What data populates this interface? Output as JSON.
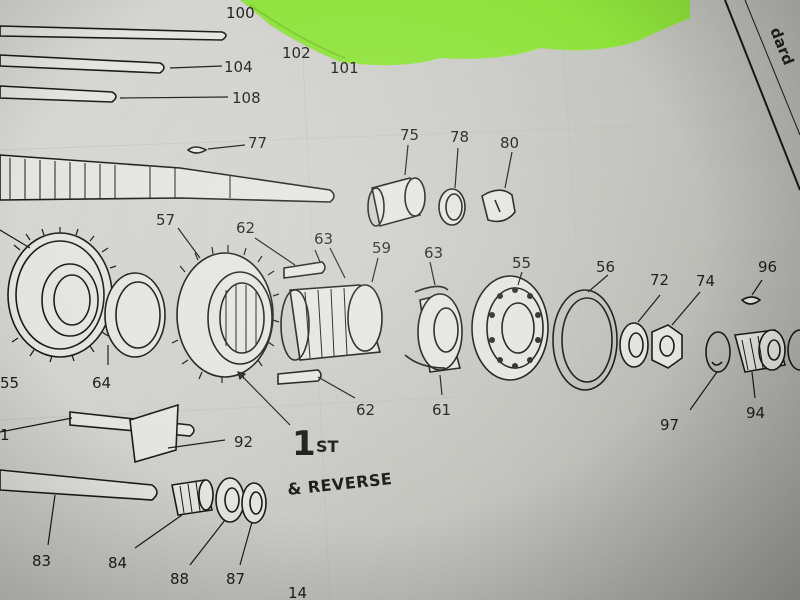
{
  "labels": {
    "l100": "100",
    "l102": "102",
    "l101": "101",
    "l104": "104",
    "l108": "108",
    "l77": "77",
    "l75": "75",
    "l78": "78",
    "l80": "80",
    "l57": "57",
    "l62a": "62",
    "l63a": "63",
    "l59": "59",
    "l63b": "63",
    "l55": "55",
    "l56": "56",
    "l72": "72",
    "l74": "74",
    "l96": "96",
    "l64": "64",
    "l55b": "55",
    "l62b": "62",
    "l61": "61",
    "l97": "97",
    "l94": "94",
    "l92": "92",
    "l83": "83",
    "l84": "84",
    "l88": "88",
    "l87": "87",
    "l14": "14",
    "lnum1": "1"
  },
  "caption": {
    "big": "1",
    "suffix": "ST",
    "second_line": "& REVERSE"
  },
  "side_heading": "dard",
  "colors": {
    "paper": "#cfcfcb",
    "ink": "#1a1a1a",
    "sticky_note": "#8fe33c"
  }
}
